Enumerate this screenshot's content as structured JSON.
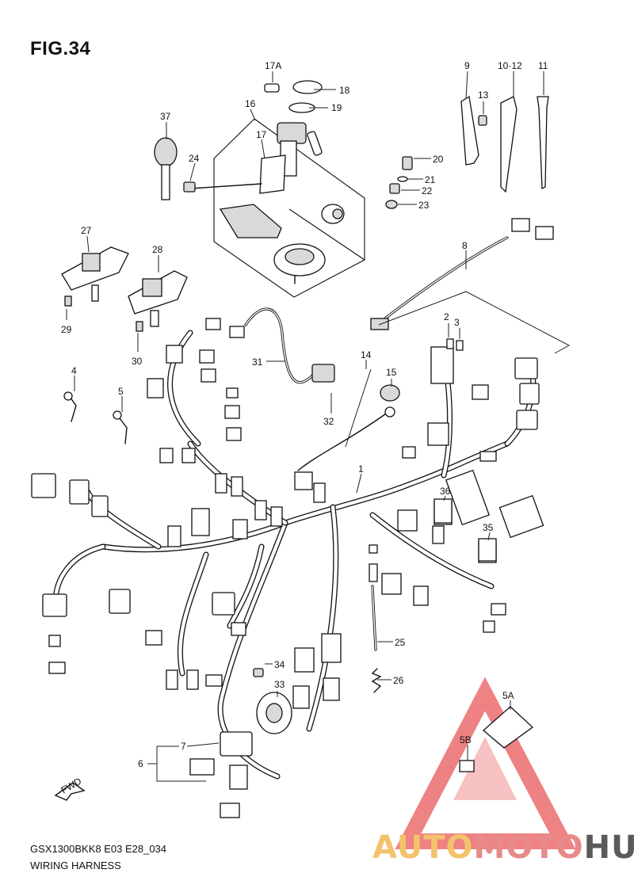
{
  "figure": {
    "title": "FIG.34",
    "code": "GSX1300BKK8 E03 E28_034",
    "name": "WIRING HARNESS"
  },
  "callouts": [
    "1",
    "2",
    "3",
    "4",
    "5",
    "5A",
    "5B",
    "6",
    "7",
    "8",
    "9",
    "10·12",
    "11",
    "13",
    "14",
    "15",
    "16",
    "17",
    "17A",
    "18",
    "19",
    "20",
    "21",
    "22",
    "23",
    "24",
    "25",
    "26",
    "27",
    "28",
    "29",
    "30",
    "31",
    "32",
    "33",
    "34",
    "35",
    "36",
    "37"
  ],
  "direction_badge": "FWD",
  "watermark": {
    "part1": "AUTO",
    "part2": "MOTO",
    "part3": "HUB",
    "colors": {
      "triangle": "#e9585a",
      "auto": "#f3c36b",
      "moto": "#e88a8a",
      "hub": "#5a5a5a"
    }
  }
}
